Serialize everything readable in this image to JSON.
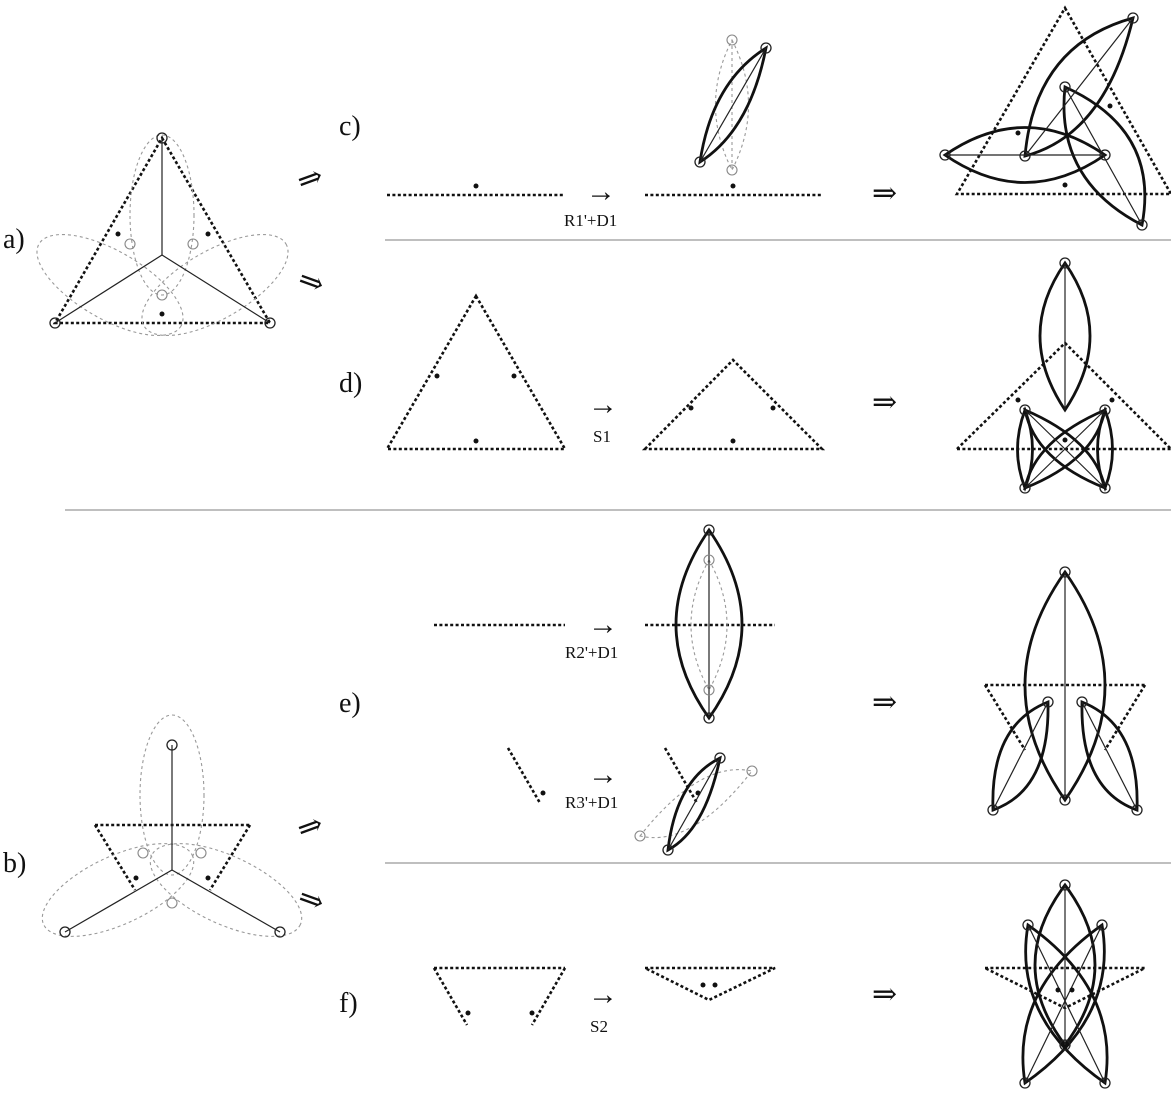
{
  "panels": {
    "a": "a)",
    "b": "b)",
    "c": "c)",
    "d": "d)",
    "e": "e)",
    "f": "f)"
  },
  "operations": {
    "c": "R1'+D1",
    "d": "S1",
    "e_top": "R2'+D1",
    "e_bottom": "R3'+D1",
    "f": "S2"
  },
  "symbols": {
    "arrow": "→",
    "implies": "⇒",
    "hollow_implies": "⇒"
  }
}
